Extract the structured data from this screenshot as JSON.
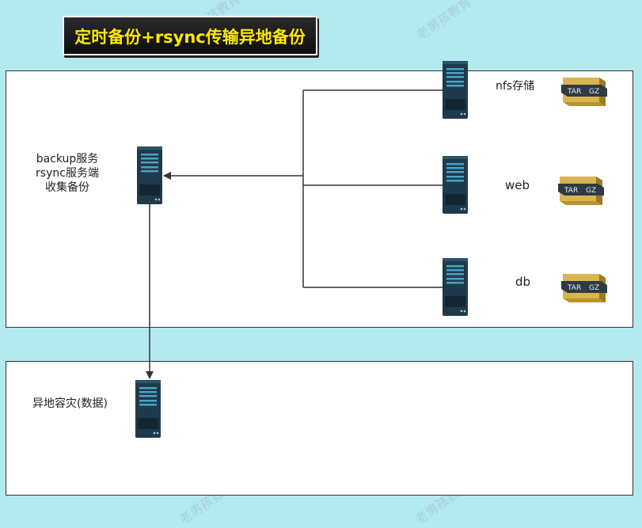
{
  "title": "定时备份+rsync传输异地备份",
  "backup_node": {
    "lines": [
      "backup服务",
      "rsync服务端",
      "收集备份"
    ],
    "icon": "server-icon"
  },
  "sources": [
    {
      "label": "nfs存储",
      "icon": "server-icon",
      "archive_icon": "tar-gz-archive-icon"
    },
    {
      "label": "web",
      "icon": "server-icon",
      "archive_icon": "tar-gz-archive-icon"
    },
    {
      "label": "db",
      "icon": "server-icon",
      "archive_icon": "tar-gz-archive-icon"
    }
  ],
  "offsite_node": {
    "label": "异地容灾(数据)",
    "icon": "server-icon"
  },
  "archive_text": {
    "left": "TAR",
    "right": "GZ"
  },
  "watermark_text": "老男孩教育",
  "colors": {
    "background": "#b3eaf0",
    "title_text": "#ffe800",
    "title_box": "#111111",
    "server_body": "#1f3a4a",
    "server_stripe": "#4aa3c8",
    "archive_gold": "#c9a640",
    "connector": "#333333"
  }
}
